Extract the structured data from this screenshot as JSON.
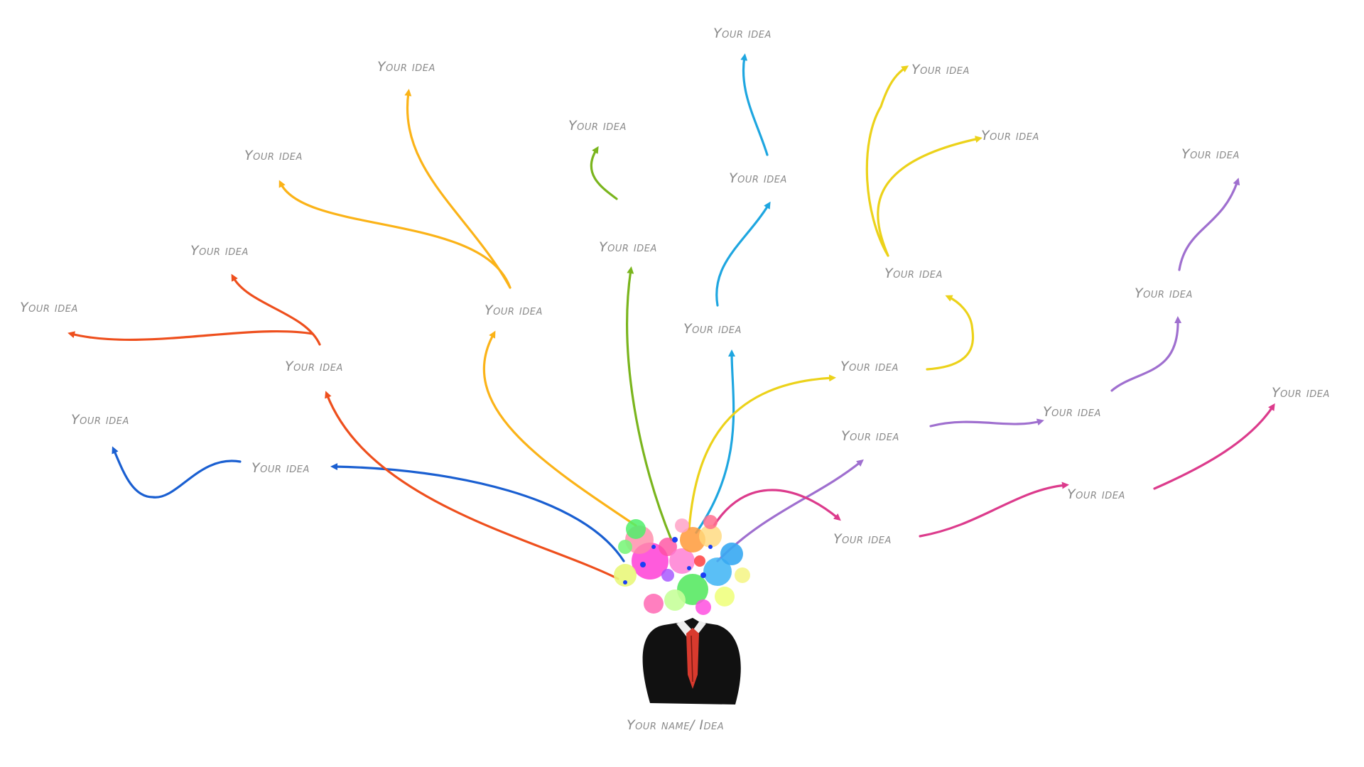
{
  "center": {
    "label": "Your name/ Idea"
  },
  "idea_label": "Your idea",
  "colors": {
    "blue": "#1a5fd1",
    "red": "#ee4f1d",
    "orange": "#fbb318",
    "green": "#7ab51d",
    "cyan": "#1ea6e0",
    "yellow": "#ecd21a",
    "purple": "#9f6fcf",
    "magenta": "#dc3b8c",
    "suit": "#111111",
    "tie": "#d83a2e"
  },
  "ideas": [
    {
      "id": "blue-1",
      "label": "Your idea",
      "color": "blue"
    },
    {
      "id": "blue-2",
      "label": "Your idea",
      "color": "blue"
    },
    {
      "id": "red-1",
      "label": "Your idea",
      "color": "red"
    },
    {
      "id": "red-2",
      "label": "Your idea",
      "color": "red"
    },
    {
      "id": "red-3",
      "label": "Your idea",
      "color": "red"
    },
    {
      "id": "orange-1",
      "label": "Your idea",
      "color": "orange"
    },
    {
      "id": "orange-2",
      "label": "Your idea",
      "color": "orange"
    },
    {
      "id": "orange-3",
      "label": "Your idea",
      "color": "orange"
    },
    {
      "id": "green-1",
      "label": "Your idea",
      "color": "green"
    },
    {
      "id": "green-2",
      "label": "Your idea",
      "color": "green"
    },
    {
      "id": "cyan-1",
      "label": "Your idea",
      "color": "cyan"
    },
    {
      "id": "cyan-2",
      "label": "Your idea",
      "color": "cyan"
    },
    {
      "id": "cyan-3",
      "label": "Your idea",
      "color": "cyan"
    },
    {
      "id": "yellow-1",
      "label": "Your idea",
      "color": "yellow"
    },
    {
      "id": "yellow-2",
      "label": "Your idea",
      "color": "yellow"
    },
    {
      "id": "yellow-3",
      "label": "Your idea",
      "color": "yellow"
    },
    {
      "id": "yellow-4",
      "label": "Your idea",
      "color": "yellow"
    },
    {
      "id": "purple-1",
      "label": "Your idea",
      "color": "purple"
    },
    {
      "id": "purple-2",
      "label": "Your idea",
      "color": "purple"
    },
    {
      "id": "purple-3",
      "label": "Your idea",
      "color": "purple"
    },
    {
      "id": "purple-4",
      "label": "Your idea",
      "color": "purple"
    },
    {
      "id": "magenta-1",
      "label": "Your idea",
      "color": "magenta"
    },
    {
      "id": "magenta-2",
      "label": "Your idea",
      "color": "magenta"
    },
    {
      "id": "magenta-3",
      "label": "Your idea",
      "color": "magenta"
    }
  ]
}
